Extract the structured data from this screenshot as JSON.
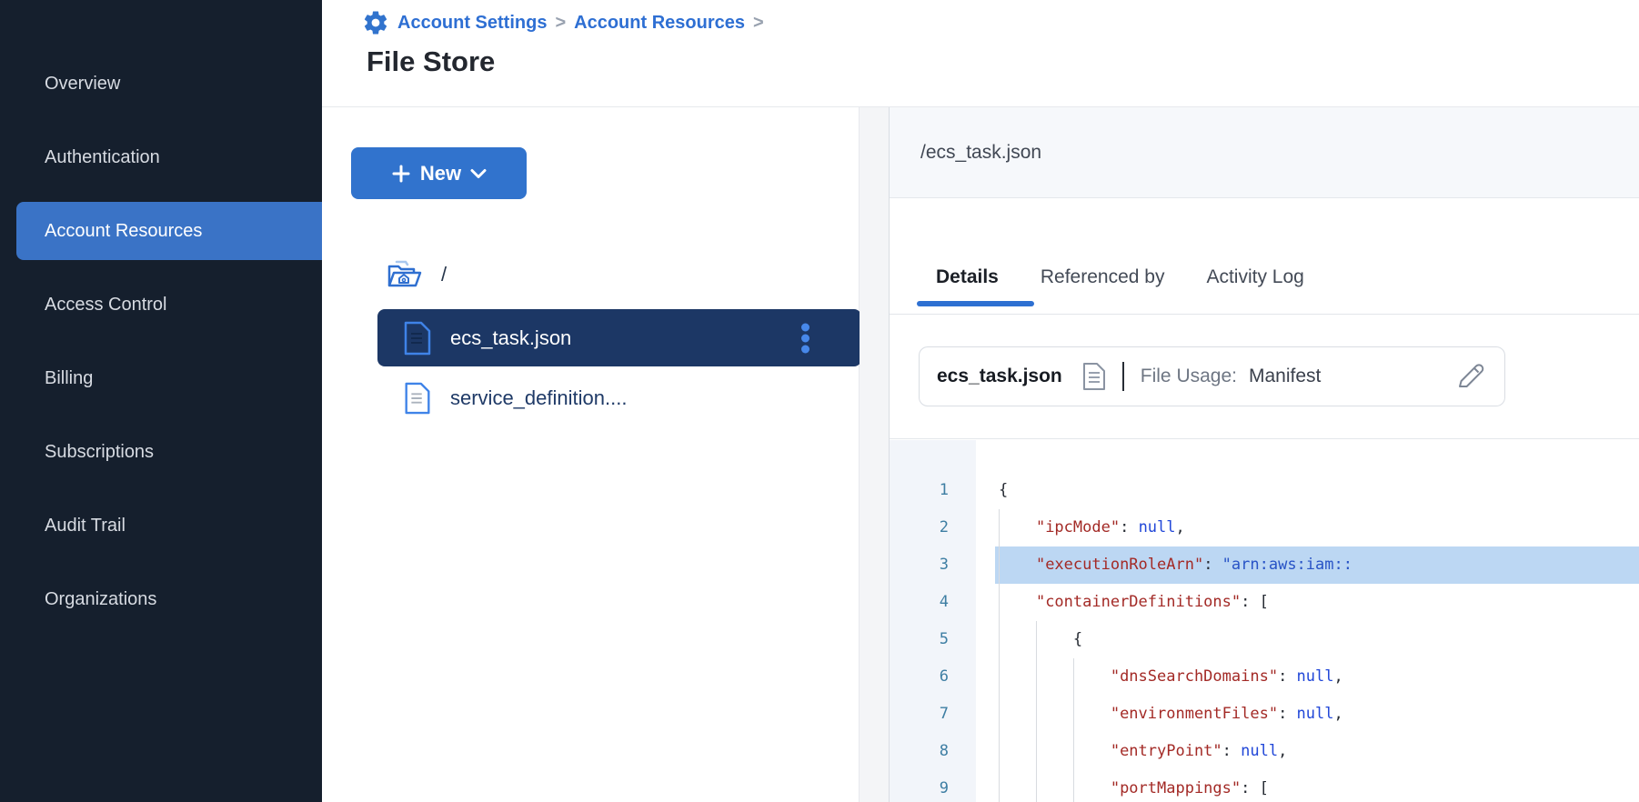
{
  "sidebar": {
    "items": [
      {
        "label": "Overview",
        "active": false
      },
      {
        "label": "Authentication",
        "active": false
      },
      {
        "label": "Account Resources",
        "active": true
      },
      {
        "label": "Access Control",
        "active": false
      },
      {
        "label": "Billing",
        "active": false
      },
      {
        "label": "Subscriptions",
        "active": false
      },
      {
        "label": "Audit Trail",
        "active": false
      },
      {
        "label": "Organizations",
        "active": false
      }
    ]
  },
  "header": {
    "breadcrumb": [
      {
        "label": "Account Settings"
      },
      {
        "label": "Account Resources"
      }
    ],
    "separator": ">",
    "title": "File Store"
  },
  "file_browser": {
    "new_button_label": "New",
    "root_label": "/",
    "files": [
      {
        "name": "ecs_task.json",
        "selected": true
      },
      {
        "name": "service_definition....",
        "selected": false
      }
    ]
  },
  "detail_panel": {
    "path": "/ecs_task.json",
    "tabs": [
      {
        "label": "Details",
        "active": true
      },
      {
        "label": "Referenced by",
        "active": false
      },
      {
        "label": "Activity Log",
        "active": false
      }
    ],
    "file_card": {
      "name": "ecs_task.json",
      "usage_label": "File Usage:",
      "usage_value": "Manifest"
    }
  },
  "code": {
    "lines": [
      {
        "num": "1",
        "indent": 0,
        "hl": false,
        "tokens": [
          [
            "punc",
            "{"
          ]
        ]
      },
      {
        "num": "2",
        "indent": 1,
        "hl": false,
        "tokens": [
          [
            "key",
            "\"ipcMode\""
          ],
          [
            "punc",
            ": "
          ],
          [
            "null",
            "null"
          ],
          [
            "punc",
            ","
          ]
        ]
      },
      {
        "num": "3",
        "indent": 1,
        "hl": true,
        "tokens": [
          [
            "key",
            "\"executionRoleArn\""
          ],
          [
            "punc",
            ": "
          ],
          [
            "str",
            "\"arn:aws:iam::"
          ]
        ]
      },
      {
        "num": "4",
        "indent": 1,
        "hl": false,
        "tokens": [
          [
            "key",
            "\"containerDefinitions\""
          ],
          [
            "punc",
            ": ["
          ]
        ]
      },
      {
        "num": "5",
        "indent": 2,
        "hl": false,
        "tokens": [
          [
            "punc",
            "{"
          ]
        ]
      },
      {
        "num": "6",
        "indent": 3,
        "hl": false,
        "tokens": [
          [
            "key",
            "\"dnsSearchDomains\""
          ],
          [
            "punc",
            ": "
          ],
          [
            "null",
            "null"
          ],
          [
            "punc",
            ","
          ]
        ]
      },
      {
        "num": "7",
        "indent": 3,
        "hl": false,
        "tokens": [
          [
            "key",
            "\"environmentFiles\""
          ],
          [
            "punc",
            ": "
          ],
          [
            "null",
            "null"
          ],
          [
            "punc",
            ","
          ]
        ]
      },
      {
        "num": "8",
        "indent": 3,
        "hl": false,
        "tokens": [
          [
            "key",
            "\"entryPoint\""
          ],
          [
            "punc",
            ": "
          ],
          [
            "null",
            "null"
          ],
          [
            "punc",
            ","
          ]
        ]
      },
      {
        "num": "9",
        "indent": 3,
        "hl": false,
        "tokens": [
          [
            "key",
            "\"portMappings\""
          ],
          [
            "punc",
            ": ["
          ]
        ]
      }
    ]
  },
  "colors": {
    "sidebar_bg": "#151f2d",
    "sidebar_active": "#3a73c6",
    "link_blue": "#2e6fd3",
    "button_blue": "#3173cd",
    "selected_row": "#1c3765",
    "line_highlight": "#bcd7f3",
    "code_key": "#a32a26",
    "code_value": "#2147d8",
    "line_number": "#3e7ea3"
  }
}
